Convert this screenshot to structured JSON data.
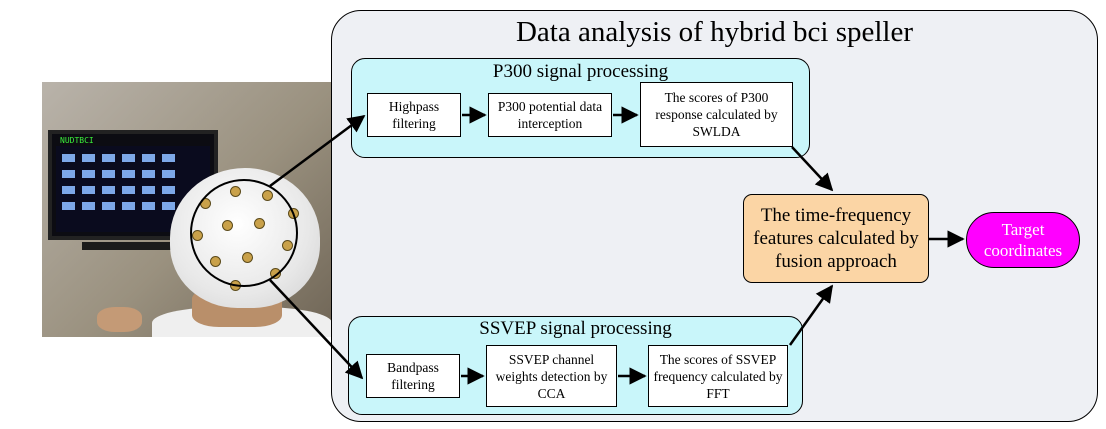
{
  "title": "Data analysis of hybrid bci speller",
  "p300_panel": {
    "title": "P300 signal processing",
    "steps": [
      "Highpass filtering",
      "P300 potential data interception",
      "The scores of P300 response calculated by SWLDA"
    ]
  },
  "ssvep_panel": {
    "title": "SSVEP signal processing",
    "steps": [
      "Bandpass filtering",
      "SSVEP channel weights detection by CCA",
      "The scores of SSVEP frequency calculated by FFT"
    ]
  },
  "fusion_label": "The time-frequency features calculated by fusion approach",
  "target_label": "Target coordinates",
  "photo": {
    "screen_label": "NUDTBCI",
    "colors": {
      "screen": "#0a0b1e",
      "cells": "#7da8e8",
      "text": "#3bf13b"
    }
  },
  "colors": {
    "panel_fill": "#c9f6fa",
    "fusion_fill": "#fbd5a5",
    "target_fill": "#ff00ff",
    "outer_fill": "#eef0f4"
  }
}
